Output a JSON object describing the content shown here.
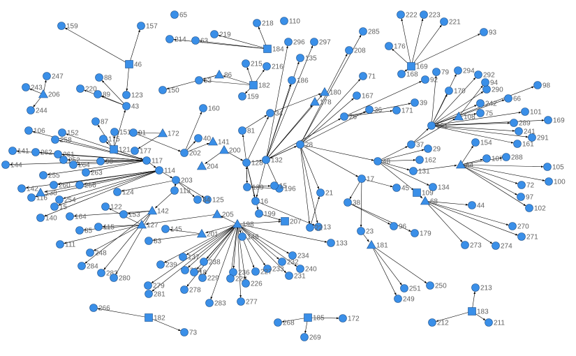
{
  "diagram": {
    "type": "network-graph",
    "node_color": "#3a8fe8",
    "node_stroke": "#1c4f8a",
    "edge_color": "#000000",
    "label_color": "#606060",
    "nodes": [
      {
        "id": "159",
        "shape": "circle"
      },
      {
        "id": "46",
        "shape": "square"
      },
      {
        "id": "157",
        "shape": "circle"
      },
      {
        "id": "65",
        "shape": "circle"
      },
      {
        "id": "214",
        "shape": "circle"
      },
      {
        "id": "63",
        "shape": "circle"
      },
      {
        "id": "219",
        "shape": "circle"
      },
      {
        "id": "218",
        "shape": "circle"
      },
      {
        "id": "110",
        "shape": "circle"
      },
      {
        "id": "184",
        "shape": "square"
      },
      {
        "id": "296",
        "shape": "circle"
      },
      {
        "id": "297",
        "shape": "circle"
      },
      {
        "id": "135",
        "shape": "circle"
      },
      {
        "id": "285",
        "shape": "circle"
      },
      {
        "id": "208",
        "shape": "circle"
      },
      {
        "id": "176",
        "shape": "circle"
      },
      {
        "id": "222",
        "shape": "circle"
      },
      {
        "id": "223",
        "shape": "circle"
      },
      {
        "id": "221",
        "shape": "circle"
      },
      {
        "id": "93",
        "shape": "circle"
      },
      {
        "id": "169",
        "shape": "square"
      },
      {
        "id": "168",
        "shape": "circle"
      },
      {
        "id": "79",
        "shape": "circle"
      },
      {
        "id": "294",
        "shape": "circle"
      },
      {
        "id": "292",
        "shape": "circle"
      },
      {
        "id": "290",
        "shape": "circle"
      },
      {
        "id": "98",
        "shape": "circle"
      },
      {
        "id": "242",
        "shape": "circle"
      },
      {
        "id": "66",
        "shape": "circle"
      },
      {
        "id": "101",
        "shape": "circle"
      },
      {
        "id": "169b",
        "shape": "circle"
      },
      {
        "id": "247",
        "shape": "circle"
      },
      {
        "id": "243",
        "shape": "circle"
      },
      {
        "id": "206",
        "shape": "triangle"
      },
      {
        "id": "244",
        "shape": "circle"
      },
      {
        "id": "88",
        "shape": "circle"
      },
      {
        "id": "220",
        "shape": "circle"
      },
      {
        "id": "89",
        "shape": "circle"
      },
      {
        "id": "123",
        "shape": "circle"
      },
      {
        "id": "150",
        "shape": "circle"
      },
      {
        "id": "53",
        "shape": "circle"
      },
      {
        "id": "86",
        "shape": "triangle"
      },
      {
        "id": "215",
        "shape": "circle"
      },
      {
        "id": "216",
        "shape": "circle"
      },
      {
        "id": "182a",
        "shape": "square"
      },
      {
        "id": "186",
        "shape": "circle"
      },
      {
        "id": "159b",
        "shape": "circle"
      },
      {
        "id": "71",
        "shape": "circle"
      },
      {
        "id": "180",
        "shape": "triangle"
      },
      {
        "id": "178",
        "shape": "triangle"
      },
      {
        "id": "167",
        "shape": "circle"
      },
      {
        "id": "92",
        "shape": "circle"
      },
      {
        "id": "94",
        "shape": "circle"
      },
      {
        "id": "170",
        "shape": "circle"
      },
      {
        "id": "75",
        "shape": "circle"
      },
      {
        "id": "108",
        "shape": "triangle"
      },
      {
        "id": "191",
        "shape": "circle"
      },
      {
        "id": "289",
        "shape": "circle"
      },
      {
        "id": "241",
        "shape": "circle"
      },
      {
        "id": "291",
        "shape": "circle"
      },
      {
        "id": "161",
        "shape": "circle"
      },
      {
        "id": "154",
        "shape": "circle"
      },
      {
        "id": "107",
        "shape": "circle"
      },
      {
        "id": "288",
        "shape": "circle"
      },
      {
        "id": "105",
        "shape": "circle"
      },
      {
        "id": "64",
        "shape": "triangle"
      },
      {
        "id": "100",
        "shape": "circle"
      },
      {
        "id": "72",
        "shape": "circle"
      },
      {
        "id": "97",
        "shape": "circle"
      },
      {
        "id": "102",
        "shape": "circle"
      },
      {
        "id": "44",
        "shape": "circle"
      },
      {
        "id": "68",
        "shape": "triangle"
      },
      {
        "id": "134",
        "shape": "circle"
      },
      {
        "id": "109",
        "shape": "square"
      },
      {
        "id": "131",
        "shape": "circle"
      },
      {
        "id": "162",
        "shape": "circle"
      },
      {
        "id": "29",
        "shape": "circle"
      },
      {
        "id": "270",
        "shape": "circle"
      },
      {
        "id": "271",
        "shape": "circle"
      },
      {
        "id": "273",
        "shape": "circle"
      },
      {
        "id": "274",
        "shape": "circle"
      },
      {
        "id": "179",
        "shape": "circle"
      },
      {
        "id": "96",
        "shape": "circle"
      },
      {
        "id": "38",
        "shape": "circle"
      },
      {
        "id": "23",
        "shape": "circle"
      },
      {
        "id": "181",
        "shape": "triangle"
      },
      {
        "id": "250",
        "shape": "circle"
      },
      {
        "id": "251",
        "shape": "circle"
      },
      {
        "id": "249",
        "shape": "circle"
      },
      {
        "id": "213",
        "shape": "circle"
      },
      {
        "id": "183",
        "shape": "square"
      },
      {
        "id": "212",
        "shape": "circle"
      },
      {
        "id": "211",
        "shape": "circle"
      },
      {
        "id": "133",
        "shape": "circle"
      },
      {
        "id": "13",
        "shape": "circle"
      },
      {
        "id": "22",
        "shape": "circle"
      },
      {
        "id": "207",
        "shape": "square"
      },
      {
        "id": "199",
        "shape": "circle"
      },
      {
        "id": "16",
        "shape": "circle"
      },
      {
        "id": "198",
        "shape": "triangle"
      },
      {
        "id": "146",
        "shape": "circle"
      },
      {
        "id": "234",
        "shape": "circle"
      },
      {
        "id": "232",
        "shape": "circle"
      },
      {
        "id": "240",
        "shape": "circle"
      },
      {
        "id": "231",
        "shape": "circle"
      },
      {
        "id": "233",
        "shape": "circle"
      },
      {
        "id": "227",
        "shape": "circle"
      },
      {
        "id": "236",
        "shape": "circle"
      },
      {
        "id": "228",
        "shape": "circle"
      },
      {
        "id": "226",
        "shape": "circle"
      },
      {
        "id": "277",
        "shape": "circle"
      },
      {
        "id": "229",
        "shape": "circle"
      },
      {
        "id": "283",
        "shape": "circle"
      },
      {
        "id": "238",
        "shape": "circle"
      },
      {
        "id": "224",
        "shape": "circle"
      },
      {
        "id": "18",
        "shape": "circle"
      },
      {
        "id": "278",
        "shape": "circle"
      },
      {
        "id": "137",
        "shape": "circle"
      },
      {
        "id": "239",
        "shape": "circle"
      },
      {
        "id": "279",
        "shape": "circle"
      },
      {
        "id": "281",
        "shape": "circle"
      },
      {
        "id": "201",
        "shape": "triangle"
      },
      {
        "id": "205",
        "shape": "triangle"
      },
      {
        "id": "145",
        "shape": "circle"
      },
      {
        "id": "83",
        "shape": "circle"
      },
      {
        "id": "127",
        "shape": "triangle"
      },
      {
        "id": "115",
        "shape": "circle"
      },
      {
        "id": "85",
        "shape": "circle"
      },
      {
        "id": "111",
        "shape": "circle"
      },
      {
        "id": "248",
        "shape": "circle"
      },
      {
        "id": "122",
        "shape": "circle"
      },
      {
        "id": "284",
        "shape": "circle"
      },
      {
        "id": "282",
        "shape": "circle"
      },
      {
        "id": "280",
        "shape": "circle"
      },
      {
        "id": "153",
        "shape": "circle"
      },
      {
        "id": "164",
        "shape": "circle"
      },
      {
        "id": "140",
        "shape": "circle"
      },
      {
        "id": "15",
        "shape": "circle"
      },
      {
        "id": "254",
        "shape": "circle"
      },
      {
        "id": "116",
        "shape": "circle"
      },
      {
        "id": "142",
        "shape": "circle"
      },
      {
        "id": "138",
        "shape": "triangle"
      },
      {
        "id": "260",
        "shape": "circle"
      },
      {
        "id": "256",
        "shape": "circle"
      },
      {
        "id": "255",
        "shape": "circle"
      },
      {
        "id": "144",
        "shape": "circle"
      },
      {
        "id": "141",
        "shape": "circle"
      },
      {
        "id": "262",
        "shape": "circle"
      },
      {
        "id": "261",
        "shape": "circle"
      },
      {
        "id": "252",
        "shape": "circle"
      },
      {
        "id": "264",
        "shape": "circle"
      },
      {
        "id": "263",
        "shape": "circle"
      },
      {
        "id": "258",
        "shape": "circle"
      },
      {
        "id": "152",
        "shape": "circle"
      },
      {
        "id": "106",
        "shape": "circle"
      },
      {
        "id": "90",
        "shape": "circle"
      },
      {
        "id": "175",
        "shape": "circle"
      },
      {
        "id": "121",
        "shape": "square"
      },
      {
        "id": "151",
        "shape": "circle"
      },
      {
        "id": "87",
        "shape": "circle"
      },
      {
        "id": "43",
        "shape": "circle"
      },
      {
        "id": "177",
        "shape": "circle"
      },
      {
        "id": "91",
        "shape": "circle"
      },
      {
        "id": "172a",
        "shape": "triangle"
      },
      {
        "id": "160",
        "shape": "circle"
      },
      {
        "id": "40",
        "shape": "circle"
      },
      {
        "id": "141b",
        "shape": "triangle"
      },
      {
        "id": "202",
        "shape": "circle"
      },
      {
        "id": "204",
        "shape": "triangle"
      },
      {
        "id": "200",
        "shape": "triangle"
      },
      {
        "id": "114",
        "shape": "circle"
      },
      {
        "id": "113",
        "shape": "circle"
      },
      {
        "id": "203",
        "shape": "circle"
      },
      {
        "id": "125",
        "shape": "circle"
      },
      {
        "id": "84",
        "shape": "circle"
      },
      {
        "id": "142b",
        "shape": "triangle"
      },
      {
        "id": "117",
        "shape": "circle"
      },
      {
        "id": "124",
        "shape": "circle"
      },
      {
        "id": "266",
        "shape": "circle"
      },
      {
        "id": "182b",
        "shape": "square"
      },
      {
        "id": "73",
        "shape": "circle"
      },
      {
        "id": "268",
        "shape": "circle"
      },
      {
        "id": "185",
        "shape": "square"
      },
      {
        "id": "172b",
        "shape": "circle"
      },
      {
        "id": "269",
        "shape": "circle"
      },
      {
        "id": "81",
        "shape": "circle"
      },
      {
        "id": "34",
        "shape": "circle"
      },
      {
        "id": "196",
        "shape": "circle"
      },
      {
        "id": "139",
        "shape": "circle"
      },
      {
        "id": "36",
        "shape": "circle"
      },
      {
        "id": "171",
        "shape": "circle"
      },
      {
        "id": "37",
        "shape": "circle"
      },
      {
        "id": "48",
        "shape": "circle"
      },
      {
        "id": "132",
        "shape": "circle"
      },
      {
        "id": "26",
        "shape": "circle"
      },
      {
        "id": "28",
        "shape": "circle"
      },
      {
        "id": "21",
        "shape": "circle"
      },
      {
        "id": "17",
        "shape": "circle"
      },
      {
        "id": "39",
        "shape": "circle"
      },
      {
        "id": "45",
        "shape": "circle"
      },
      {
        "id": "15b",
        "shape": "circle"
      },
      {
        "id": "128",
        "shape": "circle"
      }
    ]
  }
}
